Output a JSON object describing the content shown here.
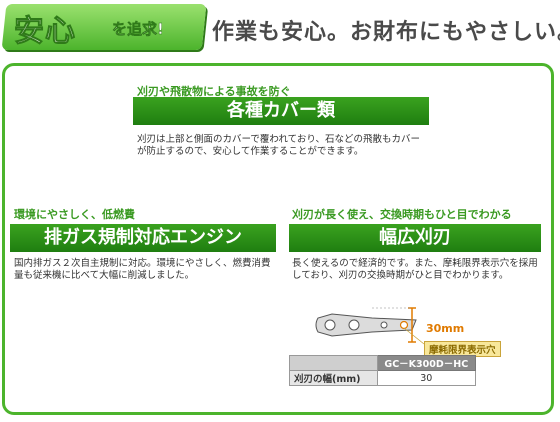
{
  "header": {
    "badge_main": "安心",
    "badge_sub": "を追求!",
    "tagline": "作業も安心。お財布にもやさしい。"
  },
  "sections": {
    "cover": {
      "caption": "刈刃や飛散物による事故を防ぐ",
      "title": "各種カバー類",
      "text": "刈刃は上部と側面のカバーで覆われており、石などの飛散もカバーが防止するので、安心して作業することができます。"
    },
    "engine": {
      "caption": "環境にやさしく、低燃費",
      "title": "排ガス規制対応エンジン",
      "text": "国内排ガス２次自主規制に対応。環境にやさしく、燃費消費量も従来機に比べて大幅に削減しました。"
    },
    "blade": {
      "caption": "刈刃が長く使え、交換時期もひと目でわかる",
      "title": "幅広刈刃",
      "text": "長く使えるので経済的です。また、摩耗限界表示穴を採用しており、刈刃の交換時期がひと目でわかります。",
      "dimension": "30mm",
      "hole_label": "摩耗限界表示穴"
    }
  },
  "spec_table": {
    "model": "GC－K300D－HC",
    "row_label": "刈刃の幅(mm)",
    "row_value": "30"
  },
  "colors": {
    "accent_green": "#3aa21f",
    "frame_green": "#4cb42c",
    "dimension_orange": "#e07a00"
  }
}
